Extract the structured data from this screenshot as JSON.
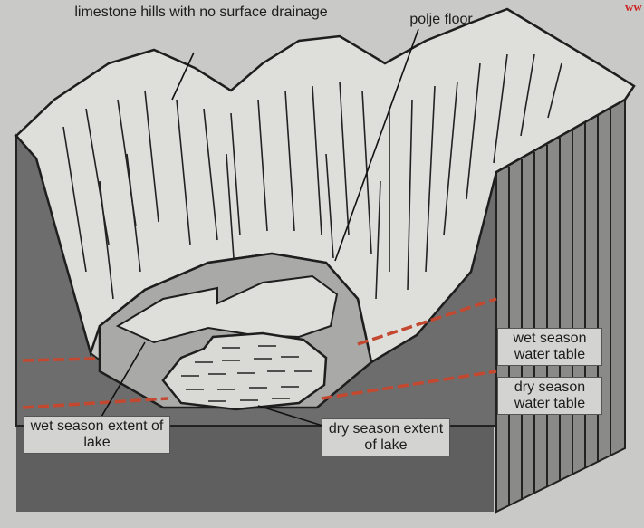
{
  "labels": {
    "limestone_hills": "limestone hills with no surface drainage",
    "polje_floor": "polje floor",
    "wet_season_water_table": "wet season water table",
    "dry_season_water_table": "dry season water table",
    "wet_season_extent": "wet season extent of lake",
    "dry_season_extent": "dry season extent of lake"
  },
  "watermark": "ww",
  "colors": {
    "background": "#c9c9c7",
    "rock_face": "#6f6f6f",
    "hills": "#dededb",
    "wet_lake": "#a9a9a7",
    "dry_lake": "#d9d9d6",
    "water_table_line": "#c4482f"
  }
}
